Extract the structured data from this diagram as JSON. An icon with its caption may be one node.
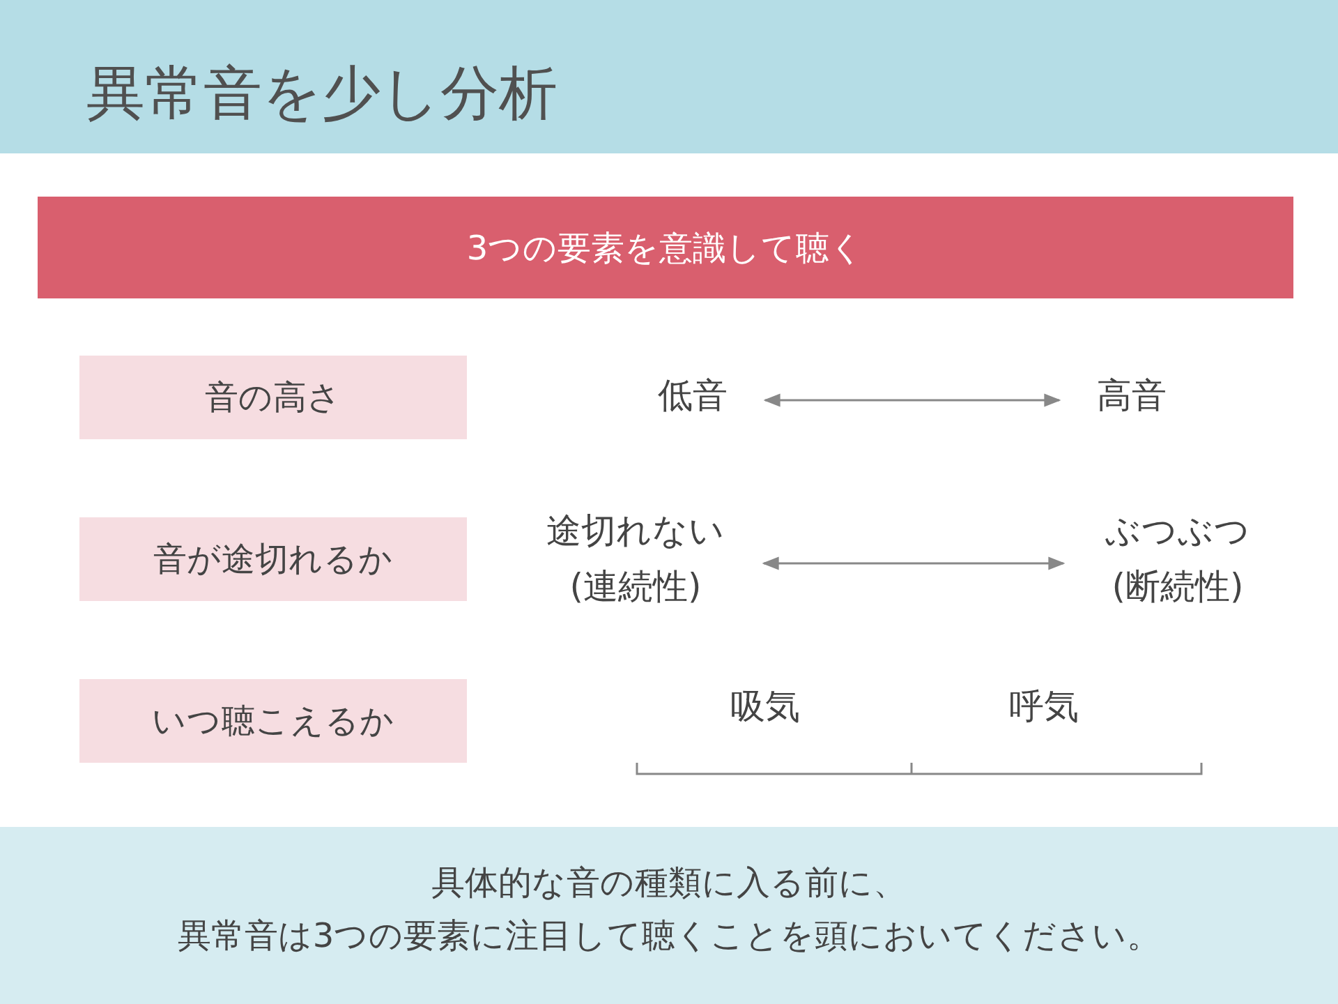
{
  "diagram": {
    "title": "異常音を少し分析",
    "caption": "具体的な音の種類に入る前に、異常音は3つの要素に注目して聴くことを頭においてください。",
    "nodes": [
      {
        "text": [
          "3つの要素を意識して聴く"
        ]
      },
      {
        "text": [
          "音の高さ"
        ]
      },
      {
        "text": [
          "音が途切れるか"
        ]
      },
      {
        "text": [
          "いつ聴こえるか"
        ]
      },
      {
        "text": [
          "低音"
        ]
      },
      {
        "text": [
          "高音"
        ]
      },
      {
        "text": [
          "途切れない (連続性)"
        ]
      },
      {
        "text": [
          "ぶつぶつ (断続性)"
        ]
      }
    ],
    "edges": [
      {
        "from": 4,
        "to": 5,
        "arrow": "both"
      },
      {
        "from": 6,
        "to": 7,
        "arrow": "both"
      }
    ],
    "labels": [
      "吸気",
      "呼気"
    ]
  }
}
